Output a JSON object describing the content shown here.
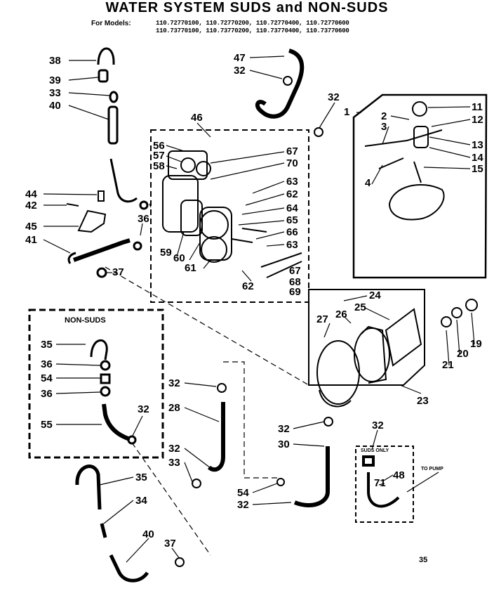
{
  "title": "WATER SYSTEM SUDS and NON-SUDS",
  "models": {
    "label": "For Models:",
    "line1": "110.72770100, 110.72770200, 110.72770400, 110.72770600",
    "line2": "110.73770100, 110.73770200, 110.73770400, 110.73770600"
  },
  "non_suds_box_title": "NON-SUDS",
  "suds_only_note": "SUDS ONLY",
  "to_pump_note": "TO PUMP",
  "page_number": "35",
  "part_labels": {
    "p38": "38",
    "p39": "39",
    "p33a": "33",
    "p40a": "40",
    "p44": "44",
    "p42": "42",
    "p45": "45",
    "p41": "41",
    "p36a": "36",
    "p37a": "37",
    "p47": "47",
    "p32a": "32",
    "p32b": "32",
    "p46": "46",
    "p56": "56",
    "p57": "57",
    "p58": "58",
    "p59": "59",
    "p60": "60",
    "p61": "61",
    "p67a": "67",
    "p70": "70",
    "p63a": "63",
    "p62a": "62",
    "p64": "64",
    "p65": "65",
    "p66": "66",
    "p63b": "63",
    "p67b": "67",
    "p68": "68",
    "p69": "69",
    "p62b": "62",
    "p1": "1",
    "p2": "2",
    "p3": "3",
    "p4": "4",
    "p11": "11",
    "p12": "12",
    "p13": "13",
    "p14": "14",
    "p15": "15",
    "p24": "24",
    "p25": "25",
    "p26": "26",
    "p27": "27",
    "p23": "23",
    "p21": "21",
    "p20": "20",
    "p19": "19",
    "p35a": "35",
    "p36b": "36",
    "p54a": "54",
    "p36c": "36",
    "p55": "55",
    "p32c": "32",
    "p32d": "32",
    "p28": "28",
    "p32e": "32",
    "p33b": "33",
    "p35b": "35",
    "p34": "34",
    "p40b": "40",
    "p37b": "37",
    "p32f": "32",
    "p30": "30",
    "p54b": "54",
    "p32g": "32",
    "p32h": "32",
    "p48": "48",
    "p71": "71"
  }
}
